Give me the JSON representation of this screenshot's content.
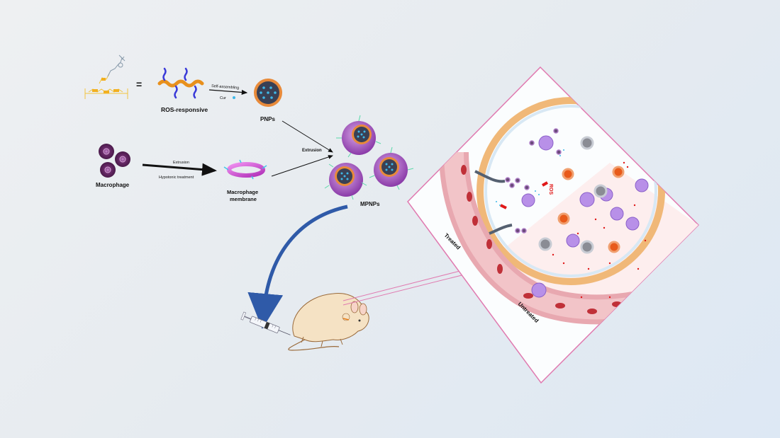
{
  "diagram": {
    "title": "MPNPs preparation and treatment scheme",
    "labels": {
      "ros_responsive": "ROS-responsive",
      "equals": "=",
      "self_assembling": "Self-assembling",
      "cur": "Cur",
      "pnps": "PNPs",
      "macrophage": "Macrophage",
      "extrusion_top": "Extrusion",
      "hypotonic": "Hypotonic treatment",
      "macrophage_membrane_1": "Macrophage",
      "macrophage_membrane_2": "membrane",
      "extrusion_mid": "Extrusion",
      "mpnps": "MPNPs",
      "ros": "ROS",
      "treated": "Treated",
      "untreated": "Untreated"
    },
    "colors": {
      "polymer_orange": "#e8901c",
      "polymer_blue": "#3a3ad8",
      "macrophage_purple": "#6a2a6a",
      "membrane_magenta": "#d455d8",
      "mpnp_purple": "#a05ab8",
      "drug_cyan": "#3fb8e8",
      "inset_border": "#e07ab0",
      "blue_arrow": "#2f5aa8",
      "ros_red": "#e01818",
      "vessel_pink": "#e8a8b0",
      "mouse_body": "#f5e2c4"
    }
  }
}
